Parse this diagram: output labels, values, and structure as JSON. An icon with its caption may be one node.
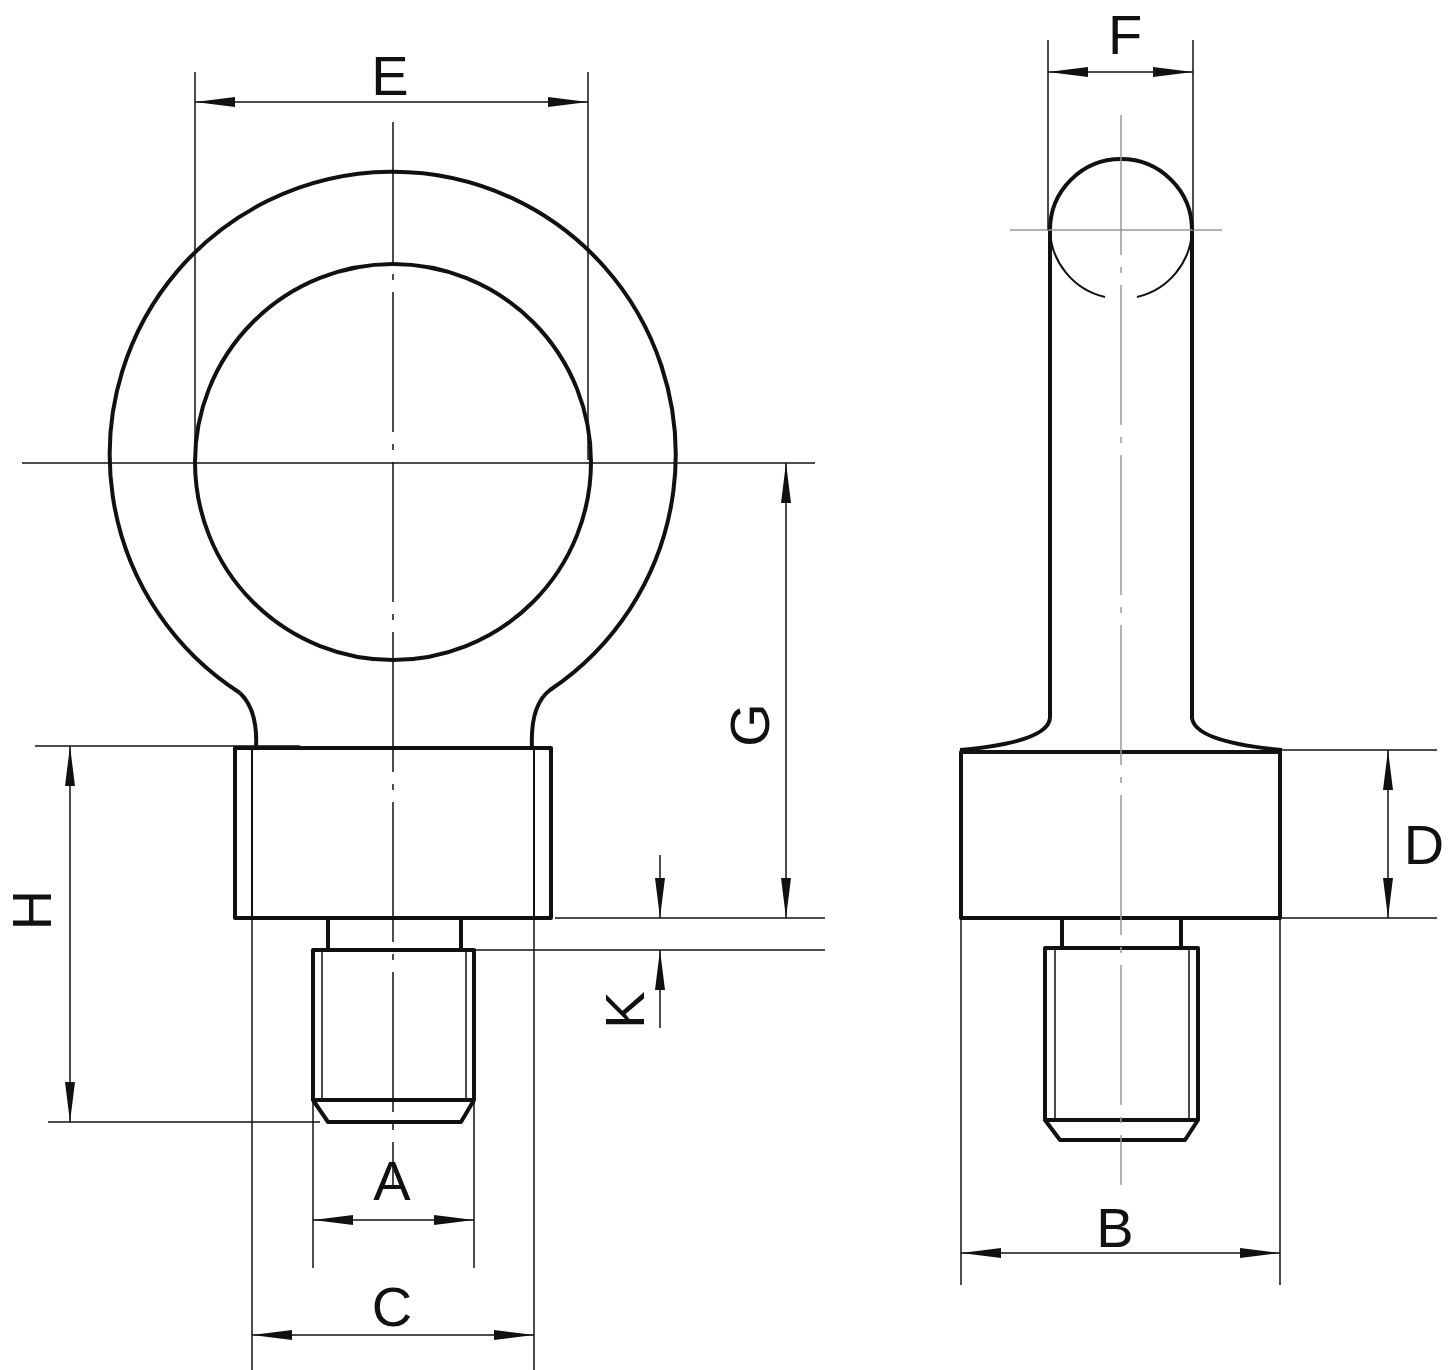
{
  "diagram": {
    "labels": [
      "F",
      "E",
      "G",
      "D",
      "H",
      "K",
      "A",
      "B",
      "C"
    ]
  }
}
